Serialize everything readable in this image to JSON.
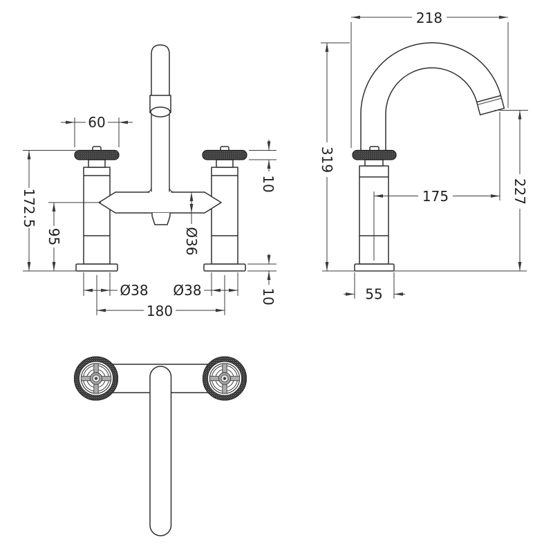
{
  "drawing": {
    "colors": {
      "line": "#2f2f2f",
      "dim_line": "#3a3a3a",
      "text": "#1f1f1f",
      "knurl_dark": "#2c2c2c",
      "knurl_light": "#9b9b9b",
      "background": "#ffffff"
    },
    "front_view": {
      "dims": {
        "handle_width": "60",
        "handle_thickness": "10",
        "height_to_handle_top": "172.5",
        "inlet_centre_height": "95",
        "body_diameter": "Ø36",
        "left_column_diameter": "Ø38",
        "right_column_diameter": "Ø38",
        "tap_centres": "180",
        "base_thickness": "10"
      }
    },
    "side_view": {
      "dims": {
        "spout_reach": "218",
        "overall_height": "319",
        "spout_projection": "175",
        "spout_outlet_height": "227",
        "base_depth": "55"
      }
    }
  }
}
